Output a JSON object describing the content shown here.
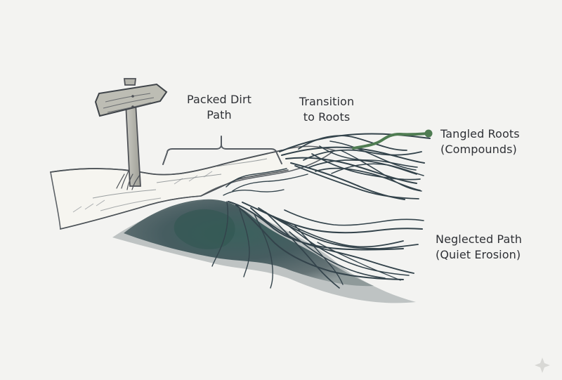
{
  "labels": {
    "packed_dirt": {
      "line1": "Packed Dirt",
      "line2": "Path"
    },
    "transition": {
      "line1": "Transition",
      "line2": "to Roots"
    },
    "tangled_roots": {
      "line1": "Tangled Roots",
      "line2": "(Compounds)"
    },
    "neglected_path": {
      "line1": "Neglected Path",
      "line2": "(Quiet Erosion)"
    }
  },
  "colors": {
    "background": "#f3f3f1",
    "ink": "#2f3136",
    "root": "#33434b",
    "highlight": "#4f7c52",
    "erosion": "#4a5e62",
    "erosion_dark": "#3b5659",
    "path_fill": "#f6f5f0",
    "wood": "#7b7b75"
  }
}
